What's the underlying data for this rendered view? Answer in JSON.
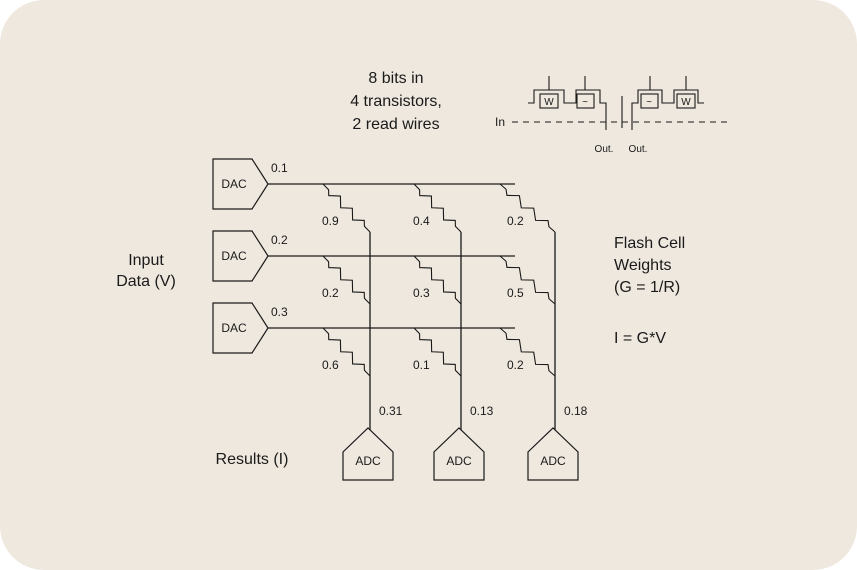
{
  "heading": {
    "line1": "8 bits in",
    "line2": "4 transistors,",
    "line3": "2 read wires"
  },
  "transistor_inset": {
    "in_label": "In",
    "out_left": "Out.",
    "out_right": "Out.",
    "weight_label": "W",
    "tilde_label": "~"
  },
  "input_label": {
    "line1": "Input",
    "line2": "Data (V)"
  },
  "results_label": "Results (I)",
  "weights_label": {
    "line1": "Flash Cell",
    "line2": "Weights",
    "line3": "(G = 1/R)"
  },
  "formula": "I = G*V",
  "dac_label": "DAC",
  "adc_label": "ADC",
  "inputs": [
    "0.1",
    "0.2",
    "0.3"
  ],
  "weights": [
    [
      "0.9",
      "0.4",
      "0.2"
    ],
    [
      "0.2",
      "0.3",
      "0.5"
    ],
    [
      "0.6",
      "0.1",
      "0.2"
    ]
  ],
  "outputs": [
    "0.31",
    "0.13",
    "0.18"
  ]
}
